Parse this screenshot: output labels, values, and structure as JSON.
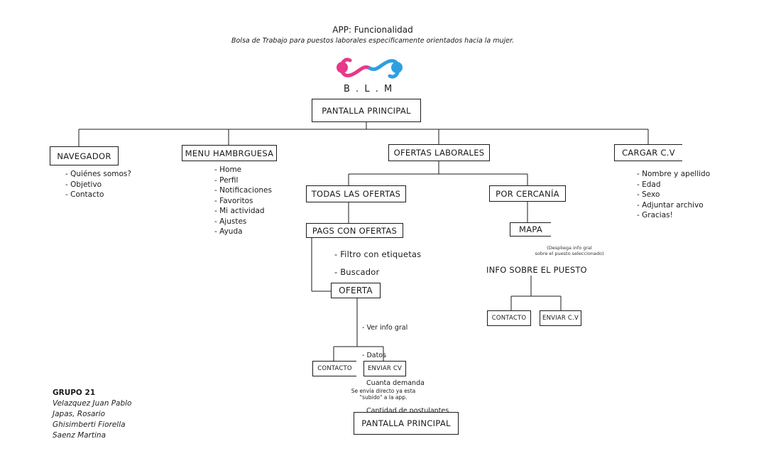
{
  "header": {
    "title": "APP: Funcionalidad",
    "subtitle": "Bolsa de Trabajo para puestos laborales especificamente orientados hacia la mujer."
  },
  "logo": {
    "text": "B . L . M",
    "colors": {
      "left": "#e6398a",
      "right": "#2d9fe0"
    }
  },
  "nodes": {
    "root": "PANTALLA PRINCIPAL",
    "navegador": "NAVEGADOR",
    "menu": "MENU HAMBRGUESA",
    "ofertas": "OFERTAS LABORALES",
    "cargar": "CARGAR C.V",
    "todas": "TODAS LAS OFERTAS",
    "cercania": "POR CERCANÍA",
    "pags": "PAGS CON OFERTAS",
    "mapa": "MAPA",
    "oferta": "OFERTA",
    "info_puesto": "INFO SOBRE EL PUESTO",
    "contacto_left": "CONTACTO",
    "enviar_left": "ENVIAR CV",
    "contacto_right": "CONTACTO",
    "enviar_right": "ENVIAR C.V",
    "final": "PANTALLA PRINCIPAL"
  },
  "lists": {
    "navegador": [
      "- Quiénes somos?",
      "- Objetivo",
      "- Contacto"
    ],
    "menu": [
      "- Home",
      "- Perfil",
      "- Notificaciones",
      "- Favoritos",
      "- Mi actividad",
      "- Ajustes",
      "- Ayuda"
    ],
    "cargar": [
      "- Nombre y apellido",
      "- Edad",
      "- Sexo",
      "- Adjuntar archivo",
      "- Gracias!"
    ],
    "oferta": [
      "- Ver info gral",
      "- Datos",
      "  Cuanta demanda",
      "  Cantidad de postulantes"
    ]
  },
  "filters": {
    "filtro": "- Filtro con etiquetas",
    "buscador": "- Buscador"
  },
  "notes": {
    "mapa_note": [
      "(Despliega info gral",
      "sobre el puesto seleccionado)"
    ],
    "envio_note": [
      "Se envía directo ya esta",
      "\"subido\" a la app."
    ]
  },
  "credits": {
    "group": "GRUPO 21",
    "members": [
      "Velazquez Juan Pablo",
      "Japas, Rosario",
      "Ghisimberti Fiorella",
      "Saenz Martina"
    ]
  }
}
